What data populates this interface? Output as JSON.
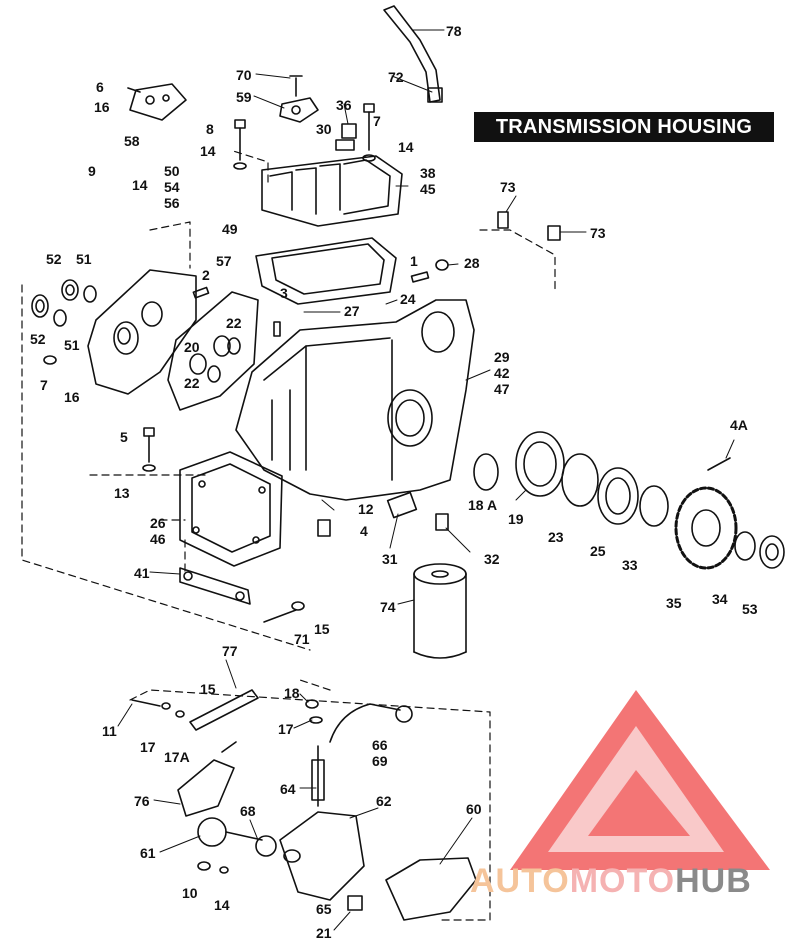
{
  "title": "TRANSMISSION HOUSING",
  "watermark": {
    "part1": "AUTO",
    "part2": "MOTO",
    "part3": "HUB"
  },
  "callouts": {
    "c78": "78",
    "c72": "72",
    "c70": "70",
    "c59": "59",
    "c36": "36",
    "c7a": "7",
    "c30": "30",
    "c14a": "14",
    "c8": "8",
    "c14b": "14",
    "c38": "38",
    "c45": "45",
    "c6": "6",
    "c16a": "16",
    "c58": "58",
    "c9": "9",
    "c14c": "14",
    "c50": "50",
    "c54": "54",
    "c56": "56",
    "c73a": "73",
    "c73b": "73",
    "c49": "49",
    "c28": "28",
    "c1": "1",
    "c24": "24",
    "c52a": "52",
    "c51a": "51",
    "c2": "2",
    "c57": "57",
    "c3": "3",
    "c27": "27",
    "c52b": "52",
    "c51b": "51",
    "c22a": "22",
    "c20": "20",
    "c22b": "22",
    "c7b": "7",
    "c16b": "16",
    "c29": "29",
    "c42": "42",
    "c47": "47",
    "c5": "5",
    "c13": "13",
    "c4a": "4A",
    "c26": "26",
    "c46": "46",
    "c12": "12",
    "c4": "4",
    "c18a": "18 A",
    "c19": "19",
    "c23": "23",
    "c25": "25",
    "c33": "33",
    "c31": "31",
    "c32": "32",
    "c35": "35",
    "c34": "34",
    "c53": "53",
    "c41": "41",
    "c74": "74",
    "c71": "71",
    "c15a": "15",
    "c77": "77",
    "c15b": "15",
    "c11": "11",
    "c17a": "17",
    "c17b": "17A",
    "c18": "18",
    "c17c": "17",
    "c66": "66",
    "c69": "69",
    "c76": "76",
    "c64": "64",
    "c68": "68",
    "c62": "62",
    "c60": "60",
    "c61": "61",
    "c10": "10",
    "c14d": "14",
    "c65": "65",
    "c21": "21"
  }
}
